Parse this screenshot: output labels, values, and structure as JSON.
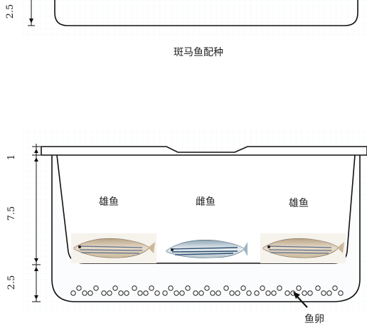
{
  "top_section": {
    "dim_label_partial": "2.5",
    "caption": "斑马鱼配种"
  },
  "diagram": {
    "dimensions": [
      "1",
      "7.5",
      "2.5"
    ],
    "fish_labels": [
      "雄鱼",
      "雌鱼",
      "雄鱼"
    ],
    "egg_label": "鱼卵"
  }
}
